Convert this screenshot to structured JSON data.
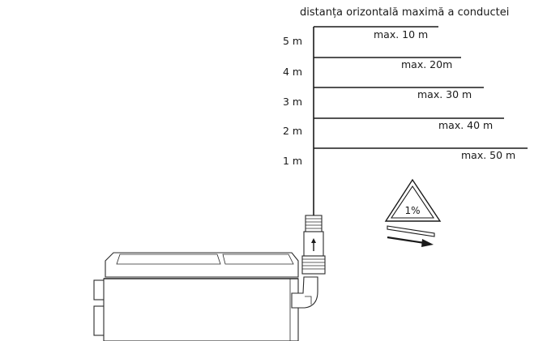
{
  "diagram": {
    "title": "distanța orizontală maximă a conductei",
    "height_labels": [
      "5 m",
      "4 m",
      "3 m",
      "2 m",
      "1 m"
    ],
    "distance_labels": [
      "max. 10 m",
      "max. 20m",
      "max. 30 m",
      "max. 40 m",
      "max. 50 m"
    ],
    "slope_label": "1%",
    "colors": {
      "line": "#1a1a1a",
      "unit_fill": "#ffffff",
      "unit_stroke": "#2a2a2a"
    },
    "icons": [
      "slope-warning-icon",
      "flow-direction-arrow-icon"
    ]
  }
}
